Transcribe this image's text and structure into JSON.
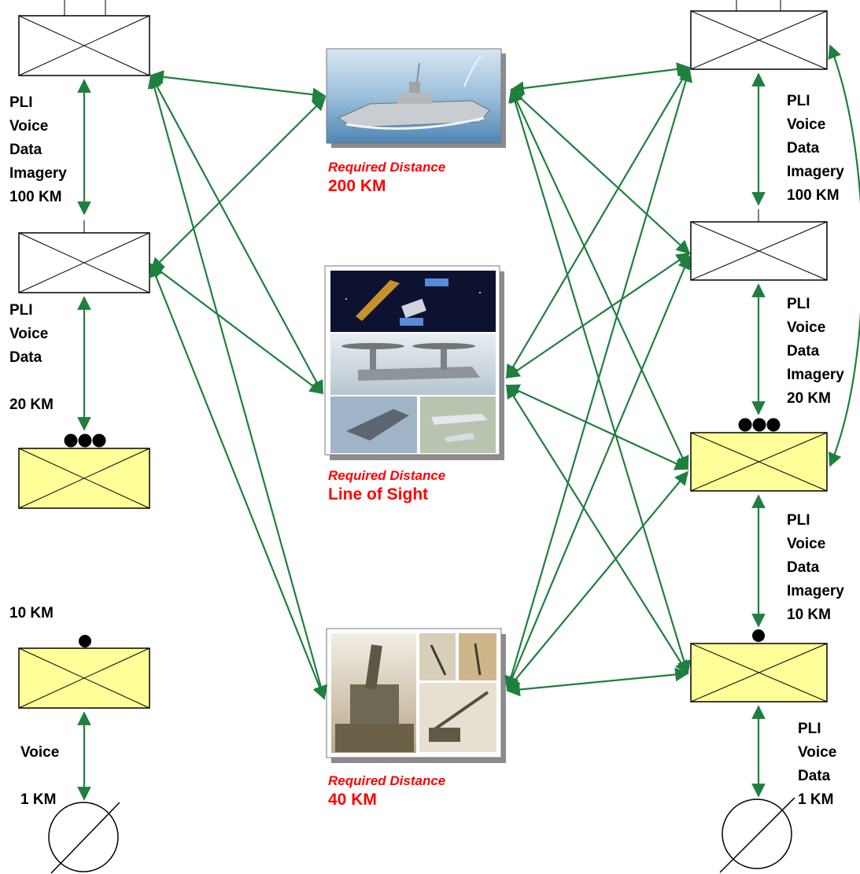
{
  "left_links": [
    {
      "lines": "PLI\nVoice\nData\nImagery\n100 KM"
    },
    {
      "lines": "PLI\nVoice\nData\n\n20 KM"
    },
    {
      "lines": "10 KM"
    },
    {
      "lines": "Voice\n\n1 KM"
    }
  ],
  "right_links": [
    {
      "lines": "PLI\nVoice\nData\nImagery\n100 KM"
    },
    {
      "lines": "PLI\nVoice\nData\nImagery\n20 KM"
    },
    {
      "lines": "PLI\nVoice\nData\nImagery\n10 KM"
    },
    {
      "lines": "PLI\nVoice\nData\n1 KM"
    }
  ],
  "platforms": [
    {
      "caption": "Required Distance",
      "distance": "200 KM",
      "icon": "ship-image"
    },
    {
      "caption": "Required Distance",
      "distance": "Line of Sight",
      "icon": "aircraft-collage-image"
    },
    {
      "caption": "Required Distance",
      "distance": "40 KM",
      "icon": "artillery-collage-image"
    }
  ],
  "colors": {
    "arrow": "#1f7f3f",
    "unit_fill_yellow": "#ffff99",
    "required_text": "#ff0000"
  }
}
